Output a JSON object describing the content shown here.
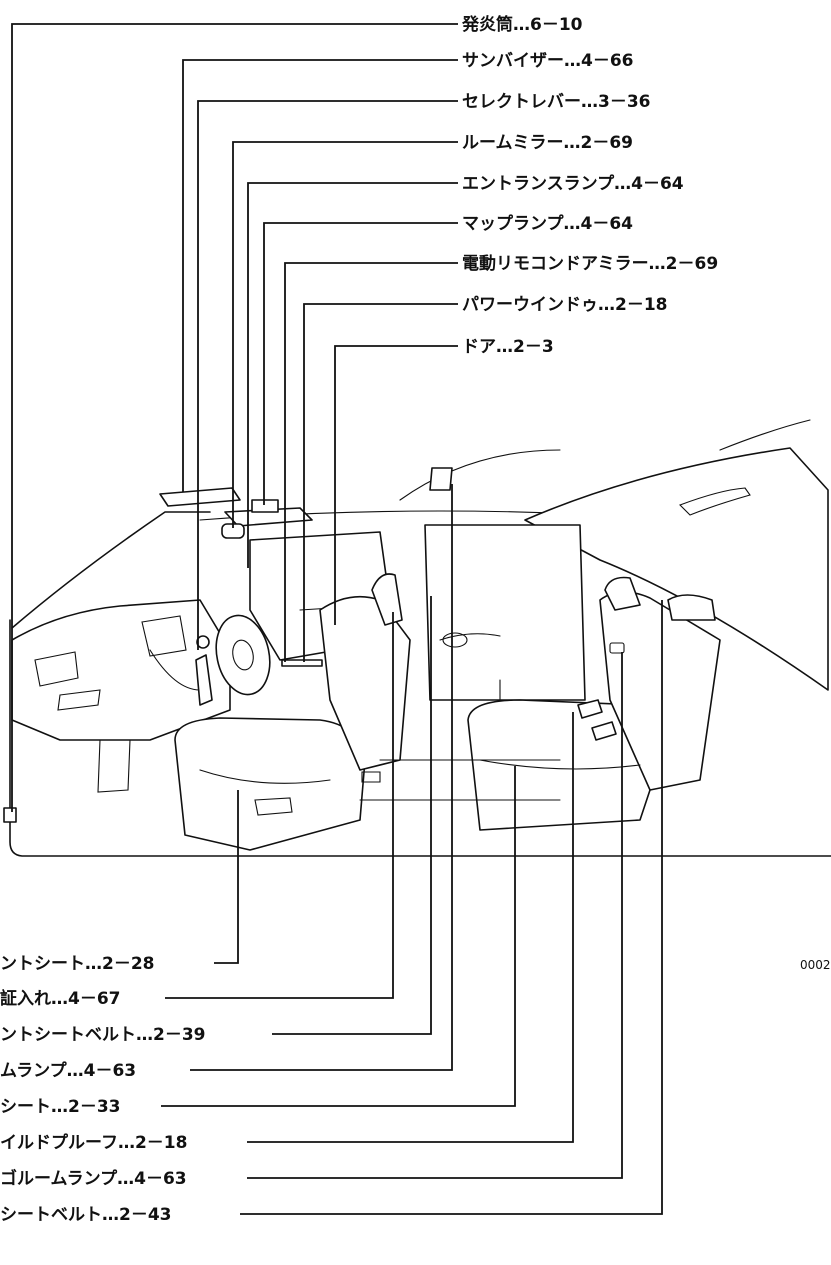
{
  "top_callouts": [
    {
      "text": "発炎筒…6－10"
    },
    {
      "text": "サンバイザー…4－66"
    },
    {
      "text": "セレクトレバー…3－36"
    },
    {
      "text": "ルームミラー…2－69"
    },
    {
      "text": "エントランスランプ…4－64"
    },
    {
      "text": "マップランプ…4－64"
    },
    {
      "text": "電動リモコンドアミラー…2－69"
    },
    {
      "text": "パワーウインドゥ…2－18"
    },
    {
      "text": "ドア…2－3"
    }
  ],
  "bottom_callouts": [
    {
      "text": "ントシート…2－28"
    },
    {
      "text": "証入れ…4－67"
    },
    {
      "text": "ントシートベルト…2－39"
    },
    {
      "text": "ムランプ…4－63"
    },
    {
      "text": "シート…2－33"
    },
    {
      "text": "イルドプルーフ…2－18"
    },
    {
      "text": "ゴルームランプ…4－63"
    },
    {
      "text": "シートベルト…2－43"
    }
  ],
  "figure_code": "0002"
}
